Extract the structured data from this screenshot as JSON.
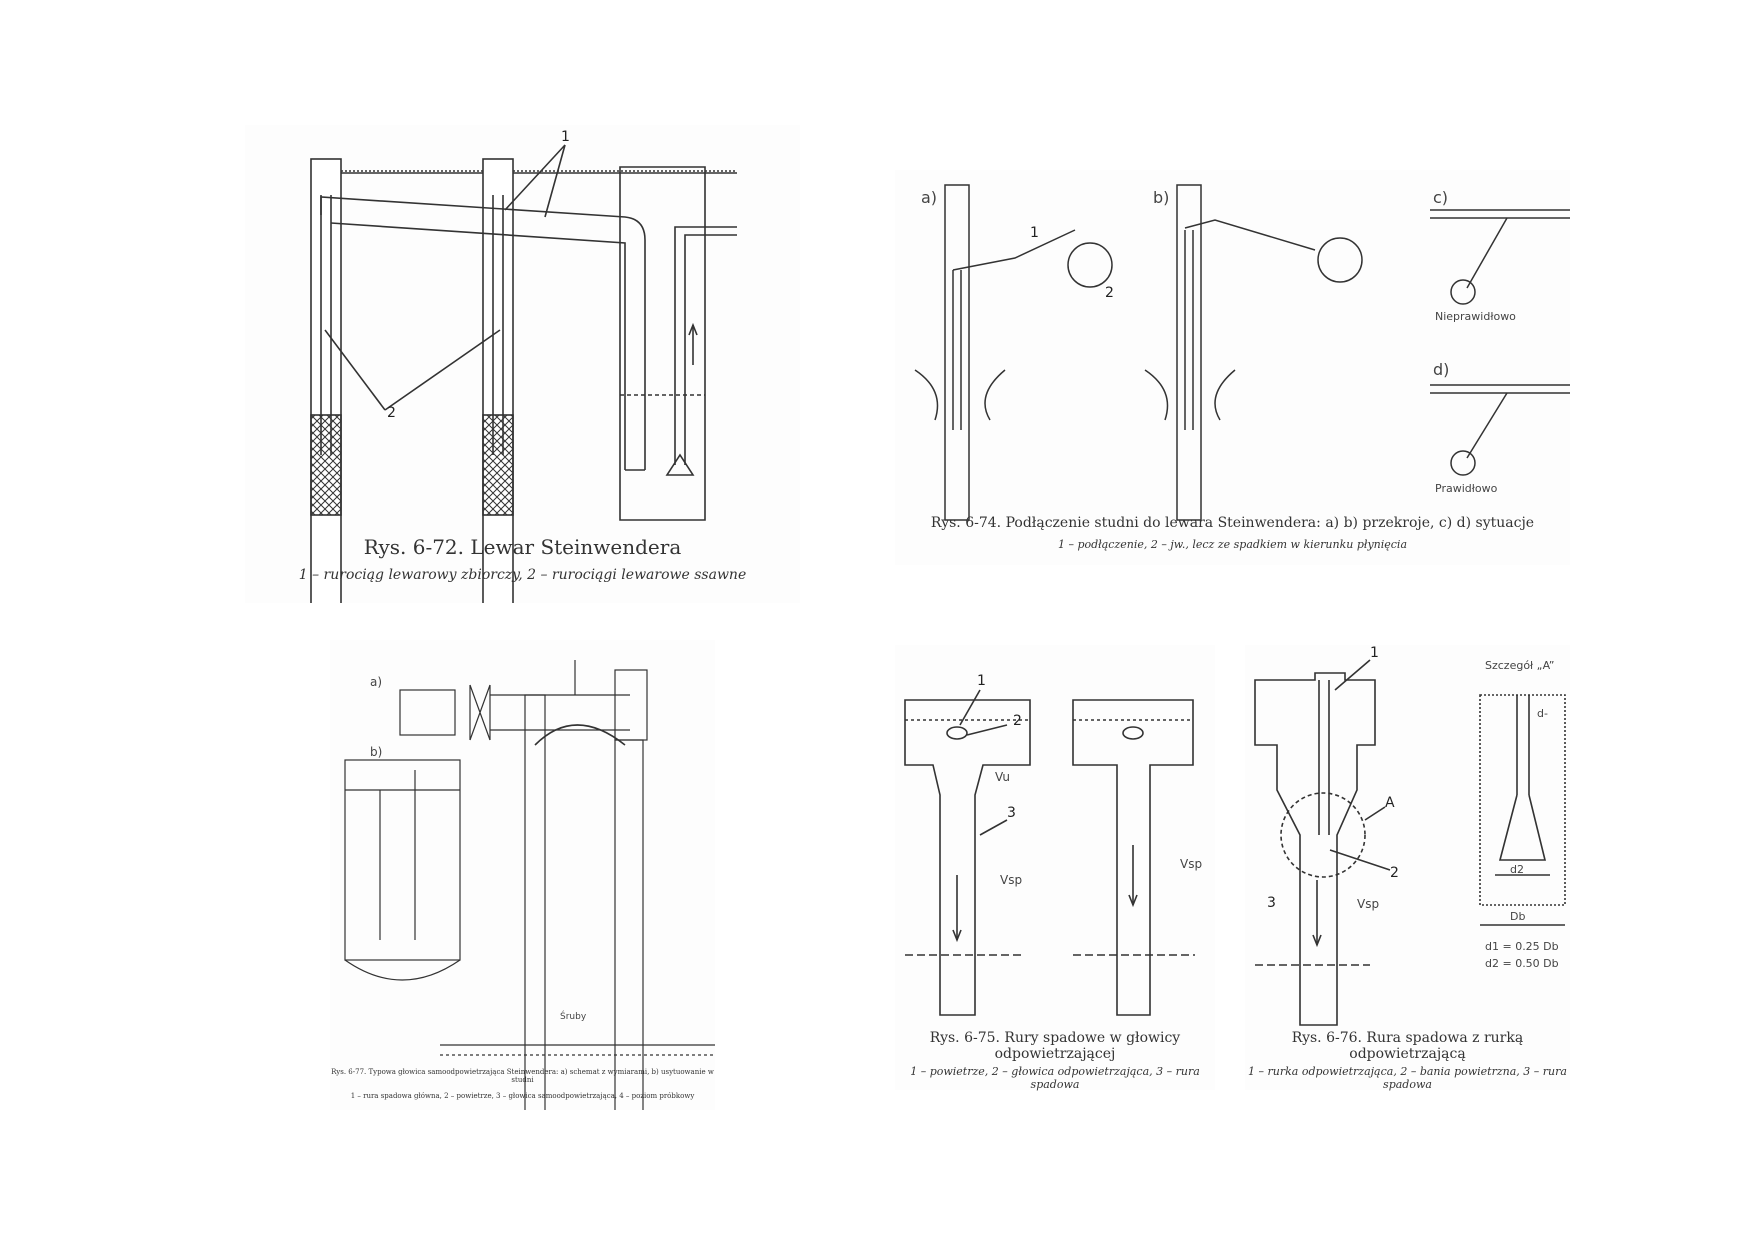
{
  "fig672": {
    "title": "Rys. 6-72. Lewar Steinwendera",
    "legend": "1 – rurociąg lewarowy zbiorczy, 2 – rurociągi lewarowe ssawne",
    "labels": {
      "one": "1",
      "two": "2"
    }
  },
  "fig674": {
    "title": "Rys. 6-74. Podłączenie studni do lewara Steinwendera: a) b) przekroje, c) d) sytuacje",
    "legend": "1 – podłączenie, 2 – jw., lecz ze spadkiem w kierunku płynięcia",
    "parts": {
      "a": "a)",
      "b": "b)",
      "c": "c)",
      "d": "d)"
    },
    "labels": {
      "one": "1",
      "two": "2"
    },
    "wrong": "Nieprawidłowo",
    "right": "Prawidłowo"
  },
  "fig677": {
    "title": "Rys. 6-77. Typowa głowica samoodpowietrzająca Steinwendera: a) schemat z wymiarami, b) usytuowanie w studni",
    "legend": "1 – rura spadowa główna, 2 – powietrze, 3 – głowica samoodpowietrzająca, 4 – poziom próbkowy",
    "parts": {
      "a": "a)",
      "b": "b)"
    },
    "shruby": "Śruby"
  },
  "fig675": {
    "title": "Rys. 6-75. Rury spadowe w głowicy odpowietrzającej",
    "legend": "1 – powietrze, 2 – głowica odpowietrzająca, 3 – rura spadowa",
    "labels": {
      "one": "1",
      "two": "2",
      "three": "3",
      "vu": "Vu",
      "vsp": "Vsp",
      "vsp2": "Vsp"
    }
  },
  "fig676": {
    "title": "Rys. 6-76. Rura spadowa z rurką odpowietrzającą",
    "legend": "1 – rurka odpowietrzająca, 2 – bania powietrzna, 3 – rura spadowa",
    "labels": {
      "one": "1",
      "two": "2",
      "three": "3",
      "a": "A",
      "vsp": "Vsp"
    },
    "detail": "Szczegół „A”",
    "d1": "d-",
    "d2": "d2",
    "db": "Db",
    "formula1": "d1 = 0.25 Db",
    "formula2": "d2 = 0.50 Db"
  }
}
